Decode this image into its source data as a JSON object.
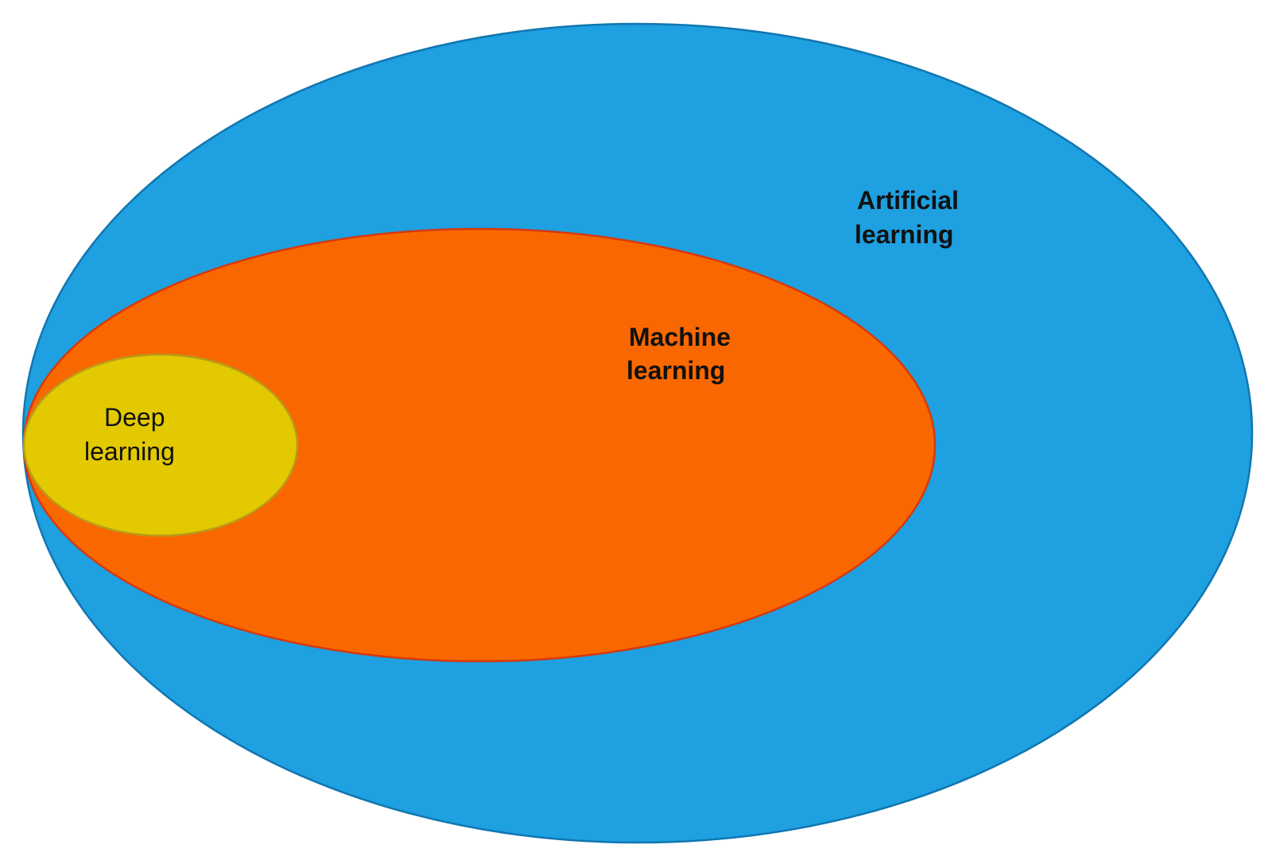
{
  "diagram": {
    "ai": {
      "line1": "Artificial",
      "line2": "learning",
      "fill": "#1EA0E1",
      "stroke": "#1176B0"
    },
    "ml": {
      "line1": "Machine",
      "line2": "learning",
      "fill": "#F96800",
      "stroke": "#D8380A"
    },
    "dl": {
      "line1": "Deep",
      "line2": "learning",
      "fill": "#E2C900",
      "stroke": "#B99A1A"
    }
  }
}
